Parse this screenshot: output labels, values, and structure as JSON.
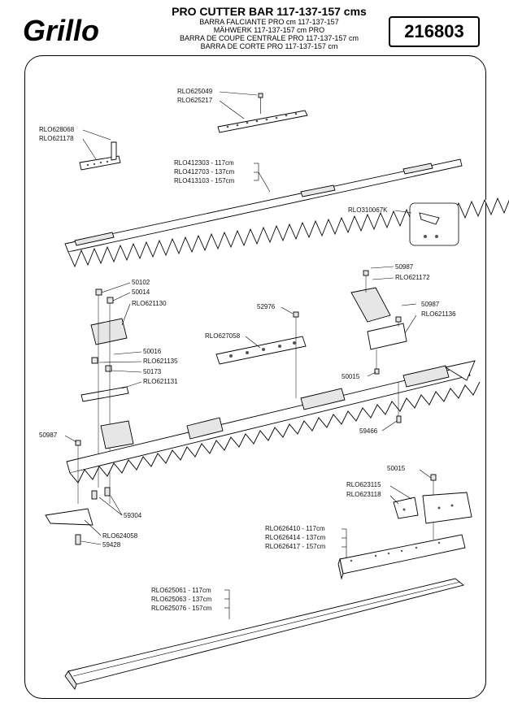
{
  "header": {
    "logo_text": "Grillo",
    "title": "PRO CUTTER BAR 117-137-157 cms",
    "subtitles": [
      "BARRA FALCIANTE PRO cm 117-137-157",
      "MÄHWERK 117-137-157 cm PRO",
      "BARRA DE COUPE CENTRALE PRO 117-137-157 cm",
      "BARRA DE CORTE PRO 117-137-157 cm"
    ],
    "code": "216803"
  },
  "labels": {
    "rlo625049": "RLO625049",
    "rlo625217": "RLO625217",
    "rlo628068": "RLO628068",
    "rlo621178": "RLO621178",
    "rlo412303": "RLO412303  - 117cm",
    "rlo412703": "RLO412703  - 137cm",
    "rlo413103": "RLO413103  - 157cm",
    "rlo310067k": "RLO310067K",
    "p50987a": "50987",
    "rlo621172": "RLO621172",
    "p50987b": "50987",
    "rlo621136": "RLO621136",
    "p50102": "50102",
    "p50014": "50014",
    "rlo621130": "RLO621130",
    "p52976": "52976",
    "rlo627058": "RLO627058",
    "p50016": "50016",
    "rlo621135": "RLO621135",
    "p50173": "50173",
    "rlo621131": "RLO621131",
    "p50015a": "50015",
    "p59466": "59466",
    "p50987c": "50987",
    "p50015b": "50015",
    "rlo623115": "RLO623115",
    "rlo623118": "RLO623118",
    "rlo626410": "RLO626410 - 117cm",
    "rlo626414": "RLO626414 - 137cm",
    "rlo626417": "RLO626417 - 157cm",
    "p59304": "59304",
    "rlo624058": "RLO624058",
    "p59428": "59428",
    "rlo625061": "RLO625061 - 117cm",
    "rlo625063": "RLO625063 - 137cm",
    "rlo625076": "RLO625076 - 157cm"
  }
}
